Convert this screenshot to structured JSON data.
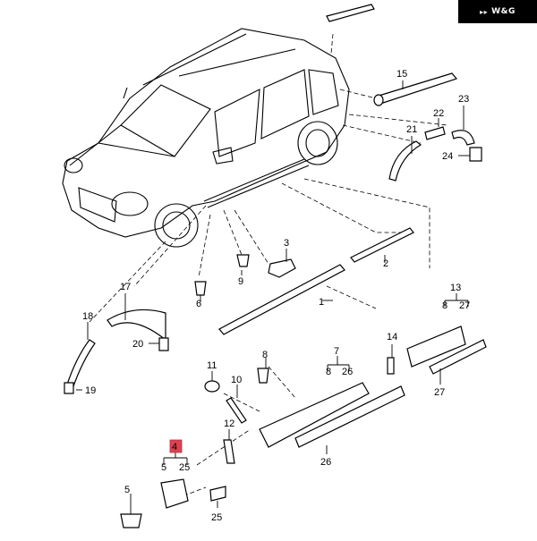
{
  "brand": {
    "text": "W&G",
    "logo_icon": "wing-logo-icon"
  },
  "callouts": {
    "c1": "1",
    "c2": "2",
    "c3": "3",
    "c4": "4",
    "c5": "5",
    "c5b": "5",
    "c6": "6",
    "c7": "7",
    "c7a": "8",
    "c7b": "26",
    "c8": "8",
    "c9": "9",
    "c10": "10",
    "c11": "11",
    "c12": "12",
    "c13": "13",
    "c13a": "8",
    "c13b": "27",
    "c14": "14",
    "c15": "15",
    "c17": "17",
    "c18": "18",
    "c19": "19",
    "c20": "20",
    "c21": "21",
    "c22": "22",
    "c23": "23",
    "c24": "24",
    "c25": "25",
    "c25b": "25",
    "c26": "26",
    "c27": "27"
  },
  "highlight_color": "#e04050"
}
